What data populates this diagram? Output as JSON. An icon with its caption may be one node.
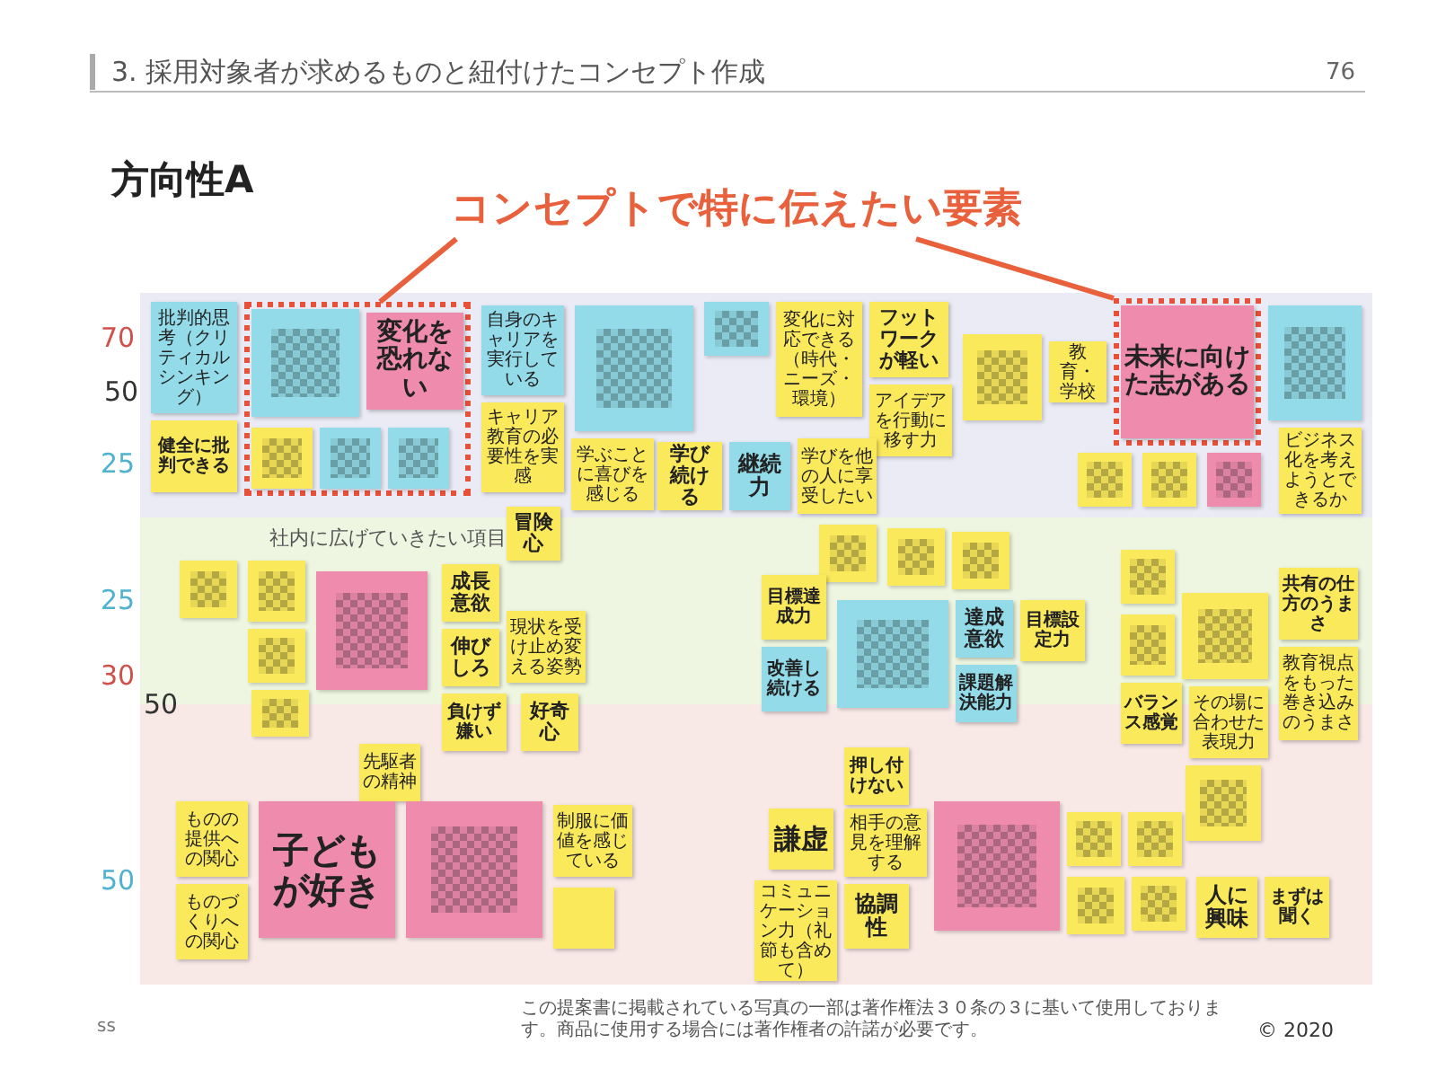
{
  "diagram": {
    "nodes": [
      {
        "text": [
          "コンセプトで特に伝えたい要素"
        ]
      },
      {
        "text": [
          "批判的思考（クリティカルシンキング）"
        ]
      },
      {
        "text": [
          "健全に批判できる"
        ]
      },
      {
        "text": [],
        "shape": "box"
      },
      {
        "text": [],
        "shape": "box",
        "in": 3
      },
      {
        "text": [
          "変化を恐れない"
        ],
        "in": 3
      },
      {
        "text": [],
        "shape": "box",
        "in": 3
      },
      {
        "text": [],
        "shape": "box",
        "in": 3
      },
      {
        "text": [],
        "shape": "box",
        "in": 3
      },
      {
        "text": [
          "自身のキャリアを実行している"
        ]
      },
      {
        "text": [
          "キャリア教育の必要性を実感"
        ]
      },
      {
        "text": [],
        "shape": "box"
      },
      {
        "text": [],
        "shape": "box"
      },
      {
        "text": [
          "変化に対応できる（時代・ニーズ・環境）"
        ]
      },
      {
        "text": [
          "フットワークが軽い"
        ]
      },
      {
        "text": [
          "アイデアを行動に移す力"
        ]
      },
      {
        "text": [
          "学ぶことに喜びを感じる"
        ]
      },
      {
        "text": [
          "学び続ける"
        ]
      },
      {
        "text": [
          "継続力"
        ]
      },
      {
        "text": [
          "学びを他の人に享受したい"
        ]
      },
      {
        "text": [],
        "shape": "box"
      },
      {
        "text": [
          "教育・学校"
        ]
      },
      {
        "text": [],
        "shape": "box"
      },
      {
        "text": [
          "未来に向けた志がある"
        ],
        "in": 22
      },
      {
        "text": [],
        "shape": "box"
      },
      {
        "text": [],
        "shape": "box"
      },
      {
        "text": [],
        "shape": "box"
      },
      {
        "text": [],
        "shape": "box"
      },
      {
        "text": [
          "ビジネス化を考えようとできるか"
        ]
      },
      {
        "text": [
          "冒険心"
        ]
      },
      {
        "text": [],
        "shape": "box"
      },
      {
        "text": [],
        "shape": "box"
      },
      {
        "text": [],
        "shape": "box"
      },
      {
        "text": [],
        "shape": "box"
      },
      {
        "text": [],
        "shape": "box"
      },
      {
        "text": [
          "成長意欲"
        ]
      },
      {
        "text": [
          "伸びしろ"
        ]
      },
      {
        "text": [
          "現状を受け止め変える姿勢"
        ]
      },
      {
        "text": [
          "負けず嫌い"
        ]
      },
      {
        "text": [
          "好奇心"
        ]
      },
      {
        "text": [],
        "shape": "box"
      },
      {
        "text": [],
        "shape": "box"
      },
      {
        "text": [],
        "shape": "box"
      },
      {
        "text": [
          "目標達成力"
        ]
      },
      {
        "text": [],
        "shape": "box"
      },
      {
        "text": [
          "達成意欲"
        ]
      },
      {
        "text": [
          "目標設定力"
        ]
      },
      {
        "text": [
          "改善し続ける"
        ]
      },
      {
        "text": [
          "課題解決能力"
        ]
      },
      {
        "text": [],
        "shape": "box"
      },
      {
        "text": [],
        "shape": "box"
      },
      {
        "text": [],
        "shape": "box"
      },
      {
        "text": [
          "共有の仕方のうまさ"
        ]
      },
      {
        "text": [
          "教育視点をもった巻き込みのうまさ"
        ]
      },
      {
        "text": [
          "バランス感覚"
        ]
      },
      {
        "text": [
          "その場に合わせた表現力"
        ]
      },
      {
        "text": [
          "先駆者の精神"
        ]
      },
      {
        "text": [
          "ものの提供への関心"
        ]
      },
      {
        "text": [
          "ものづくりへの関心"
        ]
      },
      {
        "text": [
          "子どもが好き"
        ]
      },
      {
        "text": [],
        "shape": "box"
      },
      {
        "text": [
          "制服に価値を感じている"
        ]
      },
      {
        "text": [],
        "shape": "box"
      },
      {
        "text": [
          "押し付けない"
        ]
      },
      {
        "text": [],
        "shape": "box"
      },
      {
        "text": [
          "謙虚"
        ]
      },
      {
        "text": [
          "相手の意見を理解する"
        ]
      },
      {
        "text": [
          "コミュニケーション力（礼節も含めて）"
        ]
      },
      {
        "text": [
          "協調性"
        ]
      },
      {
        "text": [],
        "shape": "box"
      },
      {
        "text": [],
        "shape": "box"
      },
      {
        "text": [],
        "shape": "box"
      },
      {
        "text": [],
        "shape": "box"
      },
      {
        "text": [],
        "shape": "box"
      },
      {
        "text": [
          "人に興味"
        ]
      },
      {
        "text": [
          "まずは聞く"
        ]
      }
    ],
    "edges": [
      {
        "from": 0,
        "to": 3,
        "arrow": "none"
      },
      {
        "from": 0,
        "to": 22,
        "arrow": "none"
      }
    ],
    "labels": [
      "3. 採用対象者が求めるものと紐付けたコンセプト作成",
      "76",
      "方向性A",
      "70",
      "50",
      "25",
      "社内に広げていきたい項目",
      "25",
      "30",
      "50",
      "50",
      "ss",
      "この提案書に掲載されている写真の一部は著作権法３０条の３に基いて使用しております。商品に使用する場合には著作権者の許諾が必要です。",
      "© 2020"
    ]
  }
}
